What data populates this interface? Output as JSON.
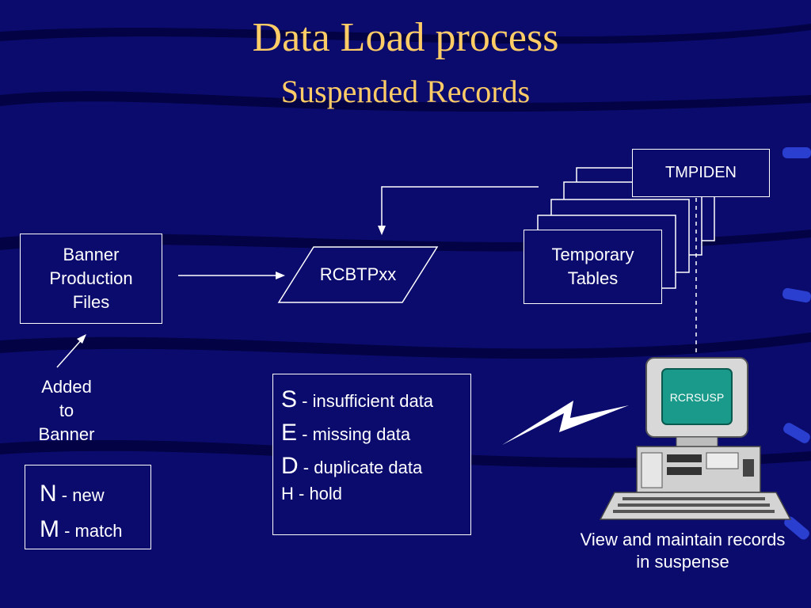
{
  "slide": {
    "title": "Data Load process",
    "subtitle": "Suspended Records"
  },
  "nodes": {
    "banner_files": {
      "line1": "Banner",
      "line2": "Production",
      "line3": "Files"
    },
    "rcbtp": "RCBTPxx",
    "tmpiden": "TMPIDEN",
    "temp_tables": {
      "line1": "Temporary",
      "line2": "Tables"
    },
    "screen_label": "RCRSUSP"
  },
  "added_to_banner": {
    "line1": "Added",
    "line2": "to",
    "line3": "Banner"
  },
  "match_codes": [
    {
      "code": "N",
      "desc": " - new"
    },
    {
      "code": "M",
      "desc": " - match"
    }
  ],
  "status_codes": [
    {
      "code": "S",
      "desc": " - insufficient data"
    },
    {
      "code": "E",
      "desc": " - missing data"
    },
    {
      "code": "D",
      "desc": " - duplicate data"
    },
    {
      "code": "H",
      "desc": " -  hold"
    }
  ],
  "computer_caption": {
    "line1": "View and maintain records",
    "line2": "in suspense"
  },
  "colors": {
    "background": "#0b0b6e",
    "title": "#ffcc66",
    "screen": "#1a9a8a"
  }
}
